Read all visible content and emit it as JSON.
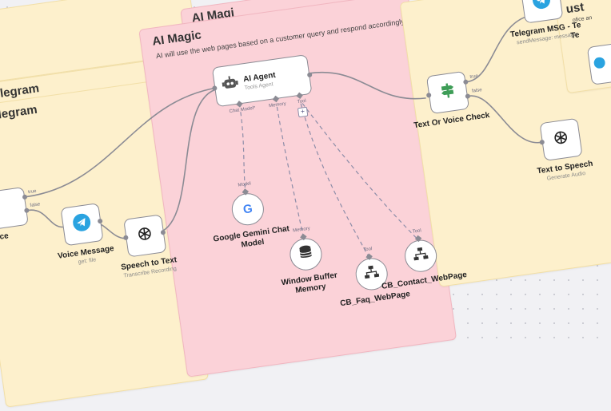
{
  "stickies": {
    "telegram_title_a": "Telegram",
    "telegram_title_b": "Telegram",
    "ai_magic_title": "AI Magic",
    "ai_magic_desc": "AI will use the web pages based on a customer query and respond accordingly.",
    "ai_magic_back_title": "AI Magi",
    "right_title": "ust",
    "right_sub": "ofice an"
  },
  "nodes": {
    "ai_agent": {
      "label": "AI Agent",
      "sub": "Tools Agent"
    },
    "voice": {
      "label": "oice"
    },
    "voice_message": {
      "label": "Voice Message",
      "sub": "get: file"
    },
    "speech_to_text": {
      "label": "Speech to Text",
      "sub": "Transcribe Recording"
    },
    "gemini": {
      "label": "Google Gemini Chat Model"
    },
    "memory": {
      "label": "Window Buffer Memory"
    },
    "faq": {
      "label": "CB_Faq_WebPage"
    },
    "contact": {
      "label": "CB_Contact_WebPage"
    },
    "text_or_voice": {
      "label": "Text Or Voice Check"
    },
    "telegram_msg": {
      "label": "Telegram MSG - Te",
      "sub": "sendMessage: message"
    },
    "tts": {
      "label": "Text to Speech",
      "sub": "Generate Audio"
    },
    "right_edge": {
      "label": "Te"
    }
  },
  "ports": {
    "chat_model": "Chat Model*",
    "memory": "Memory",
    "tool": "Tool",
    "model": "Model",
    "memory_in": "Memory",
    "tool_in_a": "Tool",
    "tool_in_b": "Tool",
    "true_a": "true",
    "false_a": "false",
    "true_b": "true",
    "false_b": "false"
  },
  "icons": {
    "ai_agent": "robot-icon",
    "voice_message": "telegram-icon",
    "speech_to_text": "openai-icon",
    "gemini": "google-icon",
    "memory": "database-icon",
    "tools": "sitemap-icon",
    "switch": "signpost-icon",
    "tts": "openai-icon"
  },
  "colors": {
    "sticky_yellow": "#fdf0cc",
    "sticky_pink": "#fbd2d8",
    "telegram": "#2aa3e0",
    "switch_green": "#3e9d57",
    "edge": "#8b8b94",
    "sub_edge": "#8d8da8"
  }
}
